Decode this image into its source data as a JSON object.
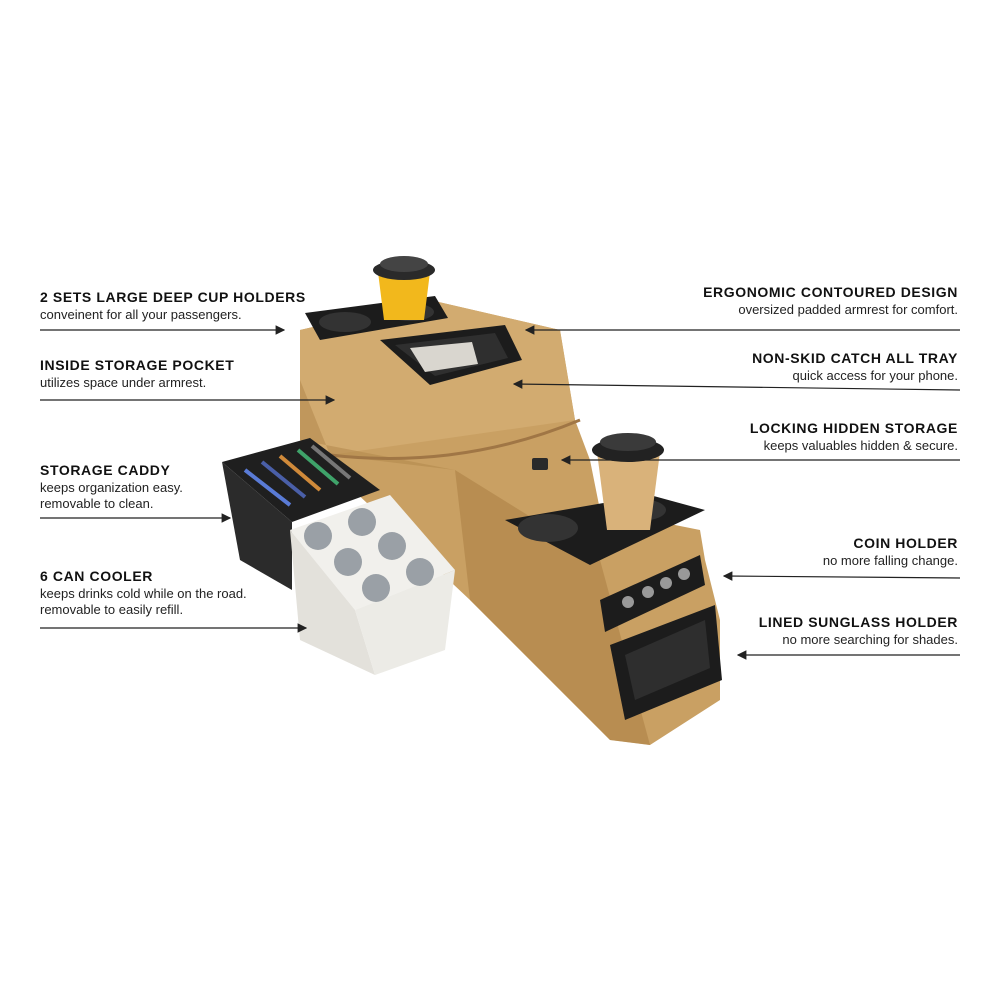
{
  "callouts_left": [
    {
      "id": "cupholders",
      "title": "2 SETS LARGE DEEP CUP HOLDERS",
      "lines": [
        "conveinent for all your passengers."
      ]
    },
    {
      "id": "pocket",
      "title": "INSIDE STORAGE POCKET",
      "lines": [
        "utilizes space under armrest."
      ]
    },
    {
      "id": "caddy",
      "title": "STORAGE CADDY",
      "lines": [
        "keeps organization easy.",
        "removable to clean."
      ]
    },
    {
      "id": "cooler",
      "title": "6 CAN COOLER",
      "lines": [
        "keeps drinks cold while on the road.",
        "removable to easily refill."
      ]
    }
  ],
  "callouts_right": [
    {
      "id": "ergonomic",
      "title": "ERGONOMIC CONTOURED DESIGN",
      "lines": [
        "oversized padded armrest for comfort."
      ]
    },
    {
      "id": "tray",
      "title": "NON-SKID CATCH ALL TRAY",
      "lines": [
        "quick access for your phone."
      ]
    },
    {
      "id": "locking",
      "title": "LOCKING HIDDEN STORAGE",
      "lines": [
        "keeps valuables hidden & secure."
      ]
    },
    {
      "id": "coin",
      "title": "COIN HOLDER",
      "lines": [
        "no more falling change."
      ]
    },
    {
      "id": "sunglass",
      "title": "LINED SUNGLASS HOLDER",
      "lines": [
        "no more searching for shades."
      ]
    }
  ],
  "colors": {
    "console_tan": "#c9a063",
    "console_shadow": "#a97e44",
    "tray_black": "#1c1c1c",
    "cooler_white": "#f1f0ec",
    "cup_yellow": "#f2b81c",
    "cup_kraft": "#d9b27a",
    "line_color": "#222222"
  }
}
